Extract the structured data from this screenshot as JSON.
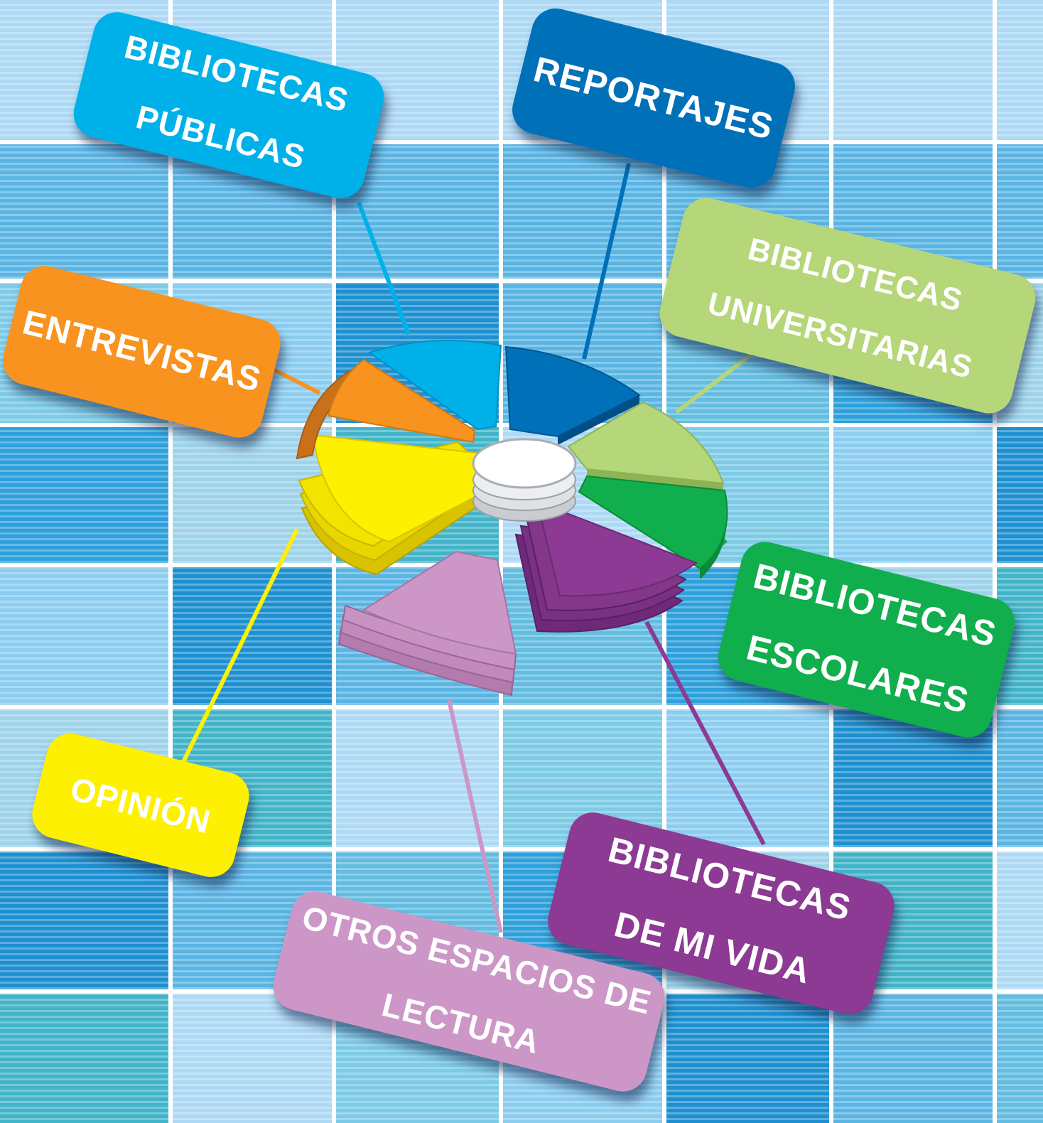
{
  "colors": {
    "bibliotecas_publicas": "#00b1e9",
    "reportajes": "#0070b9",
    "bibliotecas_universitarias": "#b5d679",
    "entrevistas": "#f7931e",
    "bibliotecas_escolares": "#10ae4c",
    "opinion": "#fdf000",
    "bibliotecas_de_mi_vida": "#8c3a93",
    "otros_espacios": "#cc97c7",
    "hub": "#ffffff"
  },
  "sections": {
    "bibliotecas_publicas": {
      "line1": "BIBLIOTECAS",
      "line2": "PÚBLICAS"
    },
    "reportajes": {
      "line1": "REPORTAJES"
    },
    "bibliotecas_universitarias": {
      "line1": "BIBLIOTECAS",
      "line2": "UNIVERSITARIAS"
    },
    "entrevistas": {
      "line1": "ENTREVISTAS"
    },
    "bibliotecas_escolares": {
      "line1": "BIBLIOTECAS",
      "line2": "ESCOLARES"
    },
    "opinion": {
      "line1": "OPINIÓN"
    },
    "bibliotecas_de_mi_vida": {
      "line1": "BIBLIOTECAS",
      "line2": "DE MI VIDA"
    },
    "otros_espacios": {
      "line1": "OTROS ESPACIOS DE",
      "line2": "LECTURA"
    }
  }
}
